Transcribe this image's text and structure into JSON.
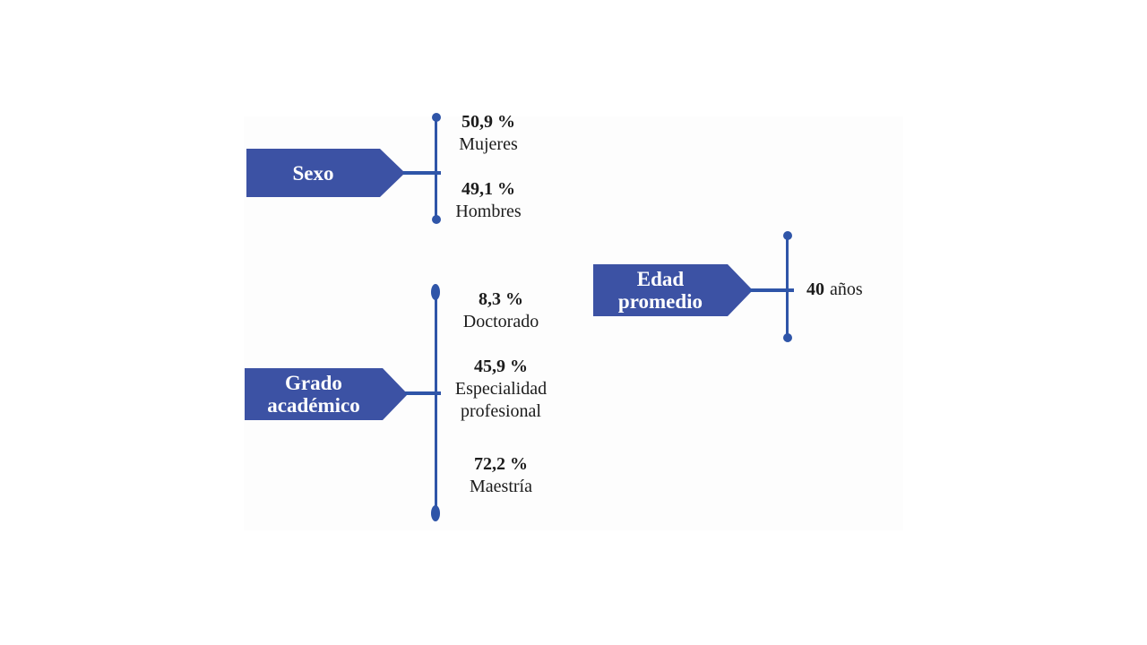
{
  "diagram": {
    "sections": [
      {
        "title": "Sexo",
        "items": [
          {
            "value": "50,9 %",
            "label": "Mujeres"
          },
          {
            "value": "49,1 %",
            "label": "Hombres"
          }
        ]
      },
      {
        "title": "Grado académico",
        "items": [
          {
            "value": "8,3 %",
            "label": "Doctorado"
          },
          {
            "value": "45,9 %",
            "label": "Especialidad profesional"
          },
          {
            "value": "72,2 %",
            "label": "Maestría"
          }
        ]
      },
      {
        "title": "Edad promedio",
        "items": [
          {
            "value": "40",
            "label": "años"
          }
        ]
      }
    ]
  },
  "colors": {
    "arrow": "#3C52A4",
    "connector": "#2F55A8",
    "text": "#1C1C1C",
    "title-text": "#FFFFFF",
    "panel": "#FDFDFD"
  }
}
